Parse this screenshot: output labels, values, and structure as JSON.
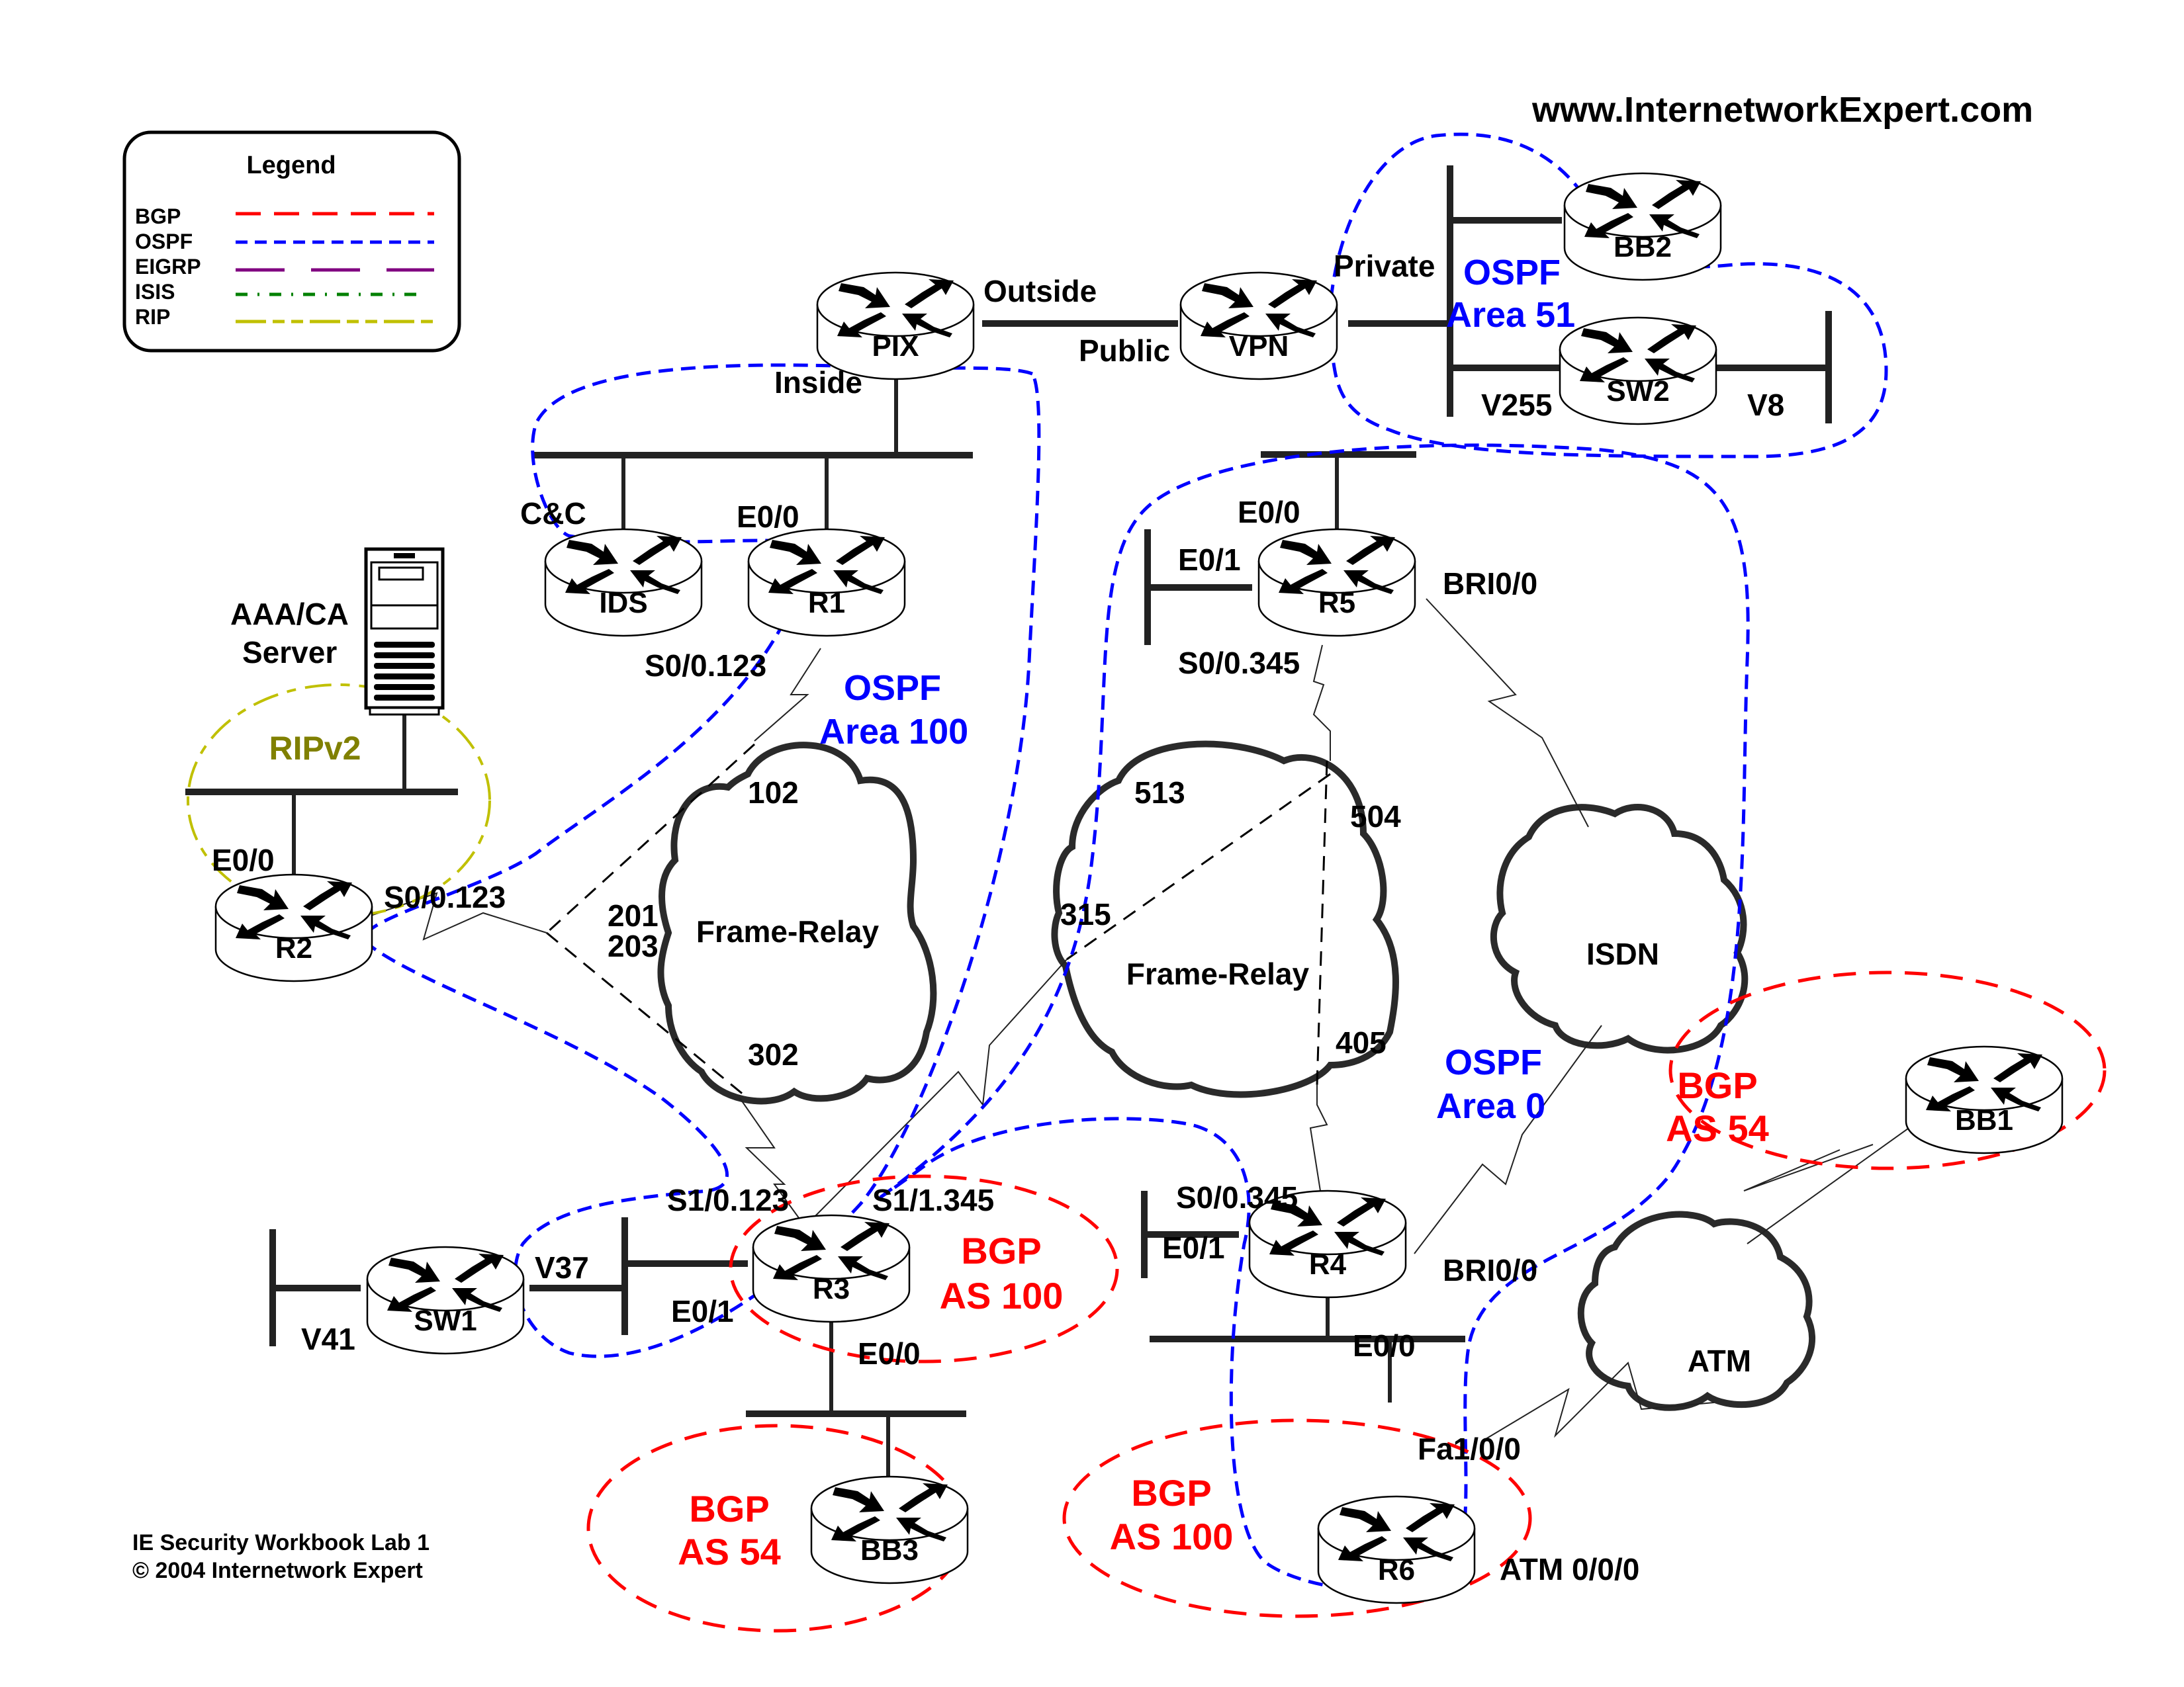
{
  "header": {
    "url": "www.InternetworkExpert.com"
  },
  "footer": {
    "line1": "IE Security Workbook Lab 1",
    "line2": "© 2004 Internetwork Expert"
  },
  "legend": {
    "title": "Legend",
    "items": [
      {
        "label": "BGP",
        "color": "#ff0000",
        "style": "long-dash"
      },
      {
        "label": "OSPF",
        "color": "#0000ff",
        "style": "short-dash"
      },
      {
        "label": "EIGRP",
        "color": "#800080",
        "style": "very-long-dash"
      },
      {
        "label": "ISIS",
        "color": "#008000",
        "style": "dash-dot"
      },
      {
        "label": "RIP",
        "color": "#c0c000",
        "style": "long-short-dash"
      }
    ]
  },
  "devices": {
    "pix": {
      "name": "PIX",
      "icon": "router-icon"
    },
    "vpn": {
      "name": "VPN",
      "icon": "router-icon"
    },
    "bb2": {
      "name": "BB2",
      "icon": "router-icon"
    },
    "sw2": {
      "name": "SW2",
      "icon": "router-icon"
    },
    "ids": {
      "name": "IDS",
      "icon": "router-icon"
    },
    "r1": {
      "name": "R1",
      "icon": "router-icon"
    },
    "r5": {
      "name": "R5",
      "icon": "router-icon"
    },
    "r2": {
      "name": "R2",
      "icon": "router-icon"
    },
    "sw1": {
      "name": "SW1",
      "icon": "router-icon"
    },
    "r3": {
      "name": "R3",
      "icon": "router-icon"
    },
    "r4": {
      "name": "R4",
      "icon": "router-icon"
    },
    "bb1": {
      "name": "BB1",
      "icon": "router-icon"
    },
    "bb3": {
      "name": "BB3",
      "icon": "router-icon"
    },
    "r6": {
      "name": "R6",
      "icon": "router-icon"
    },
    "aaa": {
      "name_line1": "AAA/CA",
      "name_line2": "Server",
      "icon": "server-icon"
    }
  },
  "interfaces": {
    "pix_outside": "Outside",
    "pix_inside": "Inside",
    "vpn_public": "Public",
    "vpn_private": "Private",
    "sw2_v255": "V255",
    "sw2_v8": "V8",
    "ids_cc": "C&C",
    "r1_e00": "E0/0",
    "r1_s0": "S0/0.123",
    "r5_e00": "E0/0",
    "r5_e01": "E0/1",
    "r5_bri": "BRI0/0",
    "r5_s0": "S0/0.345",
    "r2_e00": "E0/0",
    "r2_s0": "S0/0.123",
    "sw1_v41": "V41",
    "sw1_v37": "V37",
    "r3_e01": "E0/1",
    "r3_s10": "S1/0.123",
    "r3_s11": "S1/1.345",
    "r3_e00": "E0/0",
    "r4_s0": "S0/0.345",
    "r4_e01": "E0/1",
    "r4_bri": "BRI0/0",
    "r4_e00": "E0/0",
    "r6_fa": "Fa1/0/0",
    "r6_atm": "ATM 0/0/0"
  },
  "clouds": {
    "fr_left": {
      "label": "Frame-Relay",
      "dlcis": [
        "102",
        "201",
        "203",
        "302"
      ]
    },
    "fr_right": {
      "label": "Frame-Relay",
      "dlcis": [
        "513",
        "504",
        "315",
        "405"
      ]
    },
    "isdn": {
      "label": "ISDN"
    },
    "atm": {
      "label": "ATM"
    }
  },
  "zones": {
    "ospf51": {
      "line1": "OSPF",
      "line2": "Area 51",
      "color": "#0000ff"
    },
    "ospf100": {
      "line1": "OSPF",
      "line2": "Area 100",
      "color": "#0000ff"
    },
    "ospf0": {
      "line1": "OSPF",
      "line2": "Area 0",
      "color": "#0000ff"
    },
    "rip": {
      "label": "RIPv2",
      "color": "#808000"
    },
    "bgp_r3": {
      "line1": "BGP",
      "line2": "AS 100",
      "color": "#ff0000"
    },
    "bgp_bb1": {
      "line1": "BGP",
      "line2": "AS 54",
      "color": "#ff0000"
    },
    "bgp_bb3": {
      "line1": "BGP",
      "line2": "AS 54",
      "color": "#ff0000"
    },
    "bgp_r6": {
      "line1": "BGP",
      "line2": "AS 100",
      "color": "#ff0000"
    }
  }
}
